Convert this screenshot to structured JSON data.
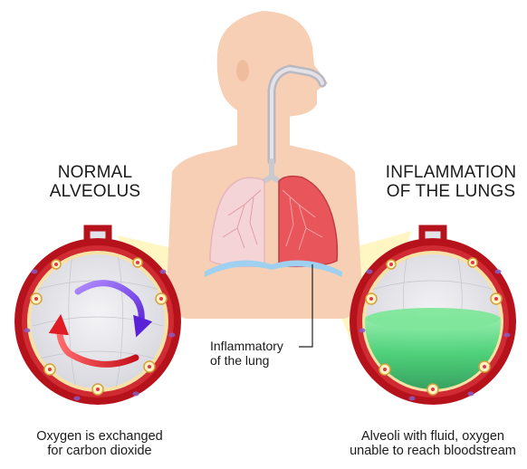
{
  "labels": {
    "normal_title_line1": "NORMAL",
    "normal_title_line2": "ALVEOLUS",
    "inflamed_title_line1": "INFLAMMATION",
    "inflamed_title_line2": "OF THE LUNGS",
    "pointer_line1": "Inflammatory",
    "pointer_line2": "of the lung",
    "normal_caption_line1": "Oxygen is exchanged",
    "normal_caption_line2": "for carbon dioxide",
    "inflamed_caption_line1": "Alveoli with fluid, oxygen",
    "inflamed_caption_line2": "unable to reach bloodstream"
  },
  "colors": {
    "skin": "#f7cfb4",
    "healthy_lung": "#f4d4d6",
    "inflamed_lung": "#e8565c",
    "vessel_wall": "#b5121b",
    "fluid": "#3fcf6e",
    "arrow_purple": "#7a3cf0",
    "arrow_red": "#e01b24",
    "diaphragm": "#9fd0ef",
    "callout": "#fff3b0"
  }
}
